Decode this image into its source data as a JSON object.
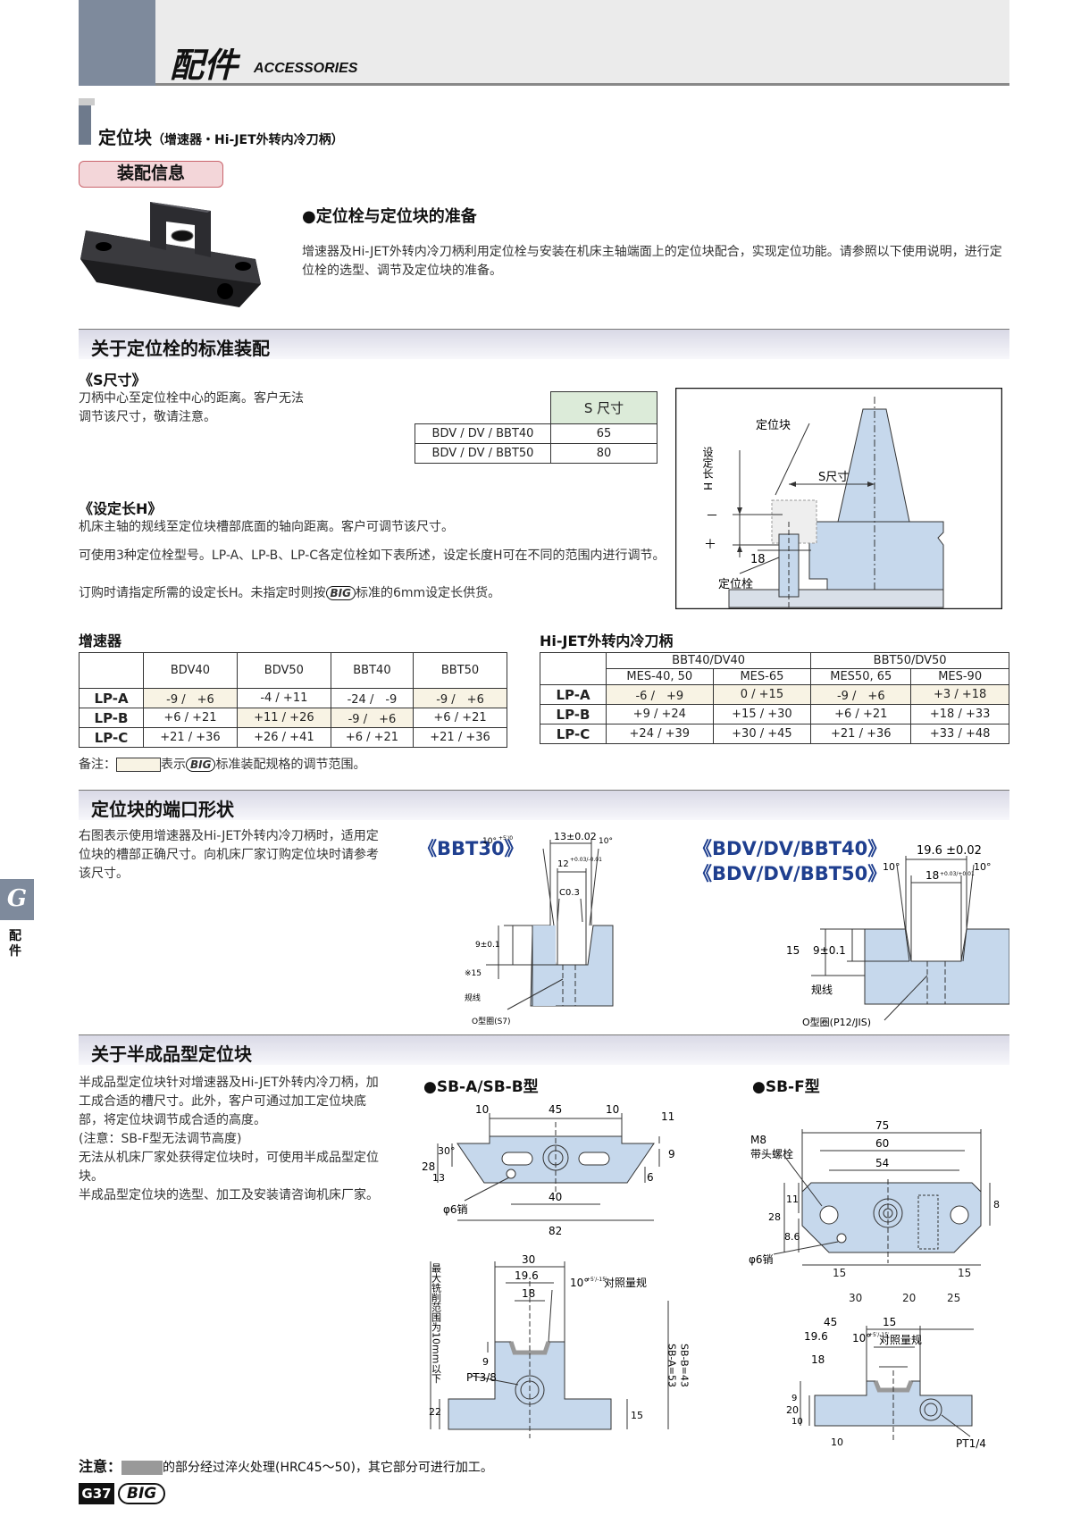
{
  "header": {
    "title": "配件",
    "subtitle": "ACCESSORIES"
  },
  "section": {
    "title": "定位块",
    "title_note": "（增速器・Hi-JET外转内冷刀柄）",
    "pill": "装配信息"
  },
  "intro": {
    "heading": "●定位栓与定位块的准备",
    "body": "增速器及Hi-JET外转内冷刀柄利用定位栓与安装在机床主轴端面上的定位块配合，实现定位功能。请参照以下使用说明，进行定位栓的选型、调节及定位块的准备。"
  },
  "std": {
    "band": "关于定位栓的标准装配",
    "s_head": "《S尺寸》",
    "s_text": "刀柄中心至定位栓中心的距离。客户无法调节该尺寸，敬请注意。",
    "s_table": {
      "header": "S 尺寸",
      "rows": [
        [
          "BDV / DV / BBT40",
          "65"
        ],
        [
          "BDV / DV / BBT50",
          "80"
        ]
      ]
    },
    "h_head": "《设定长H》",
    "h_text1": "机床主轴的规线至定位块槽部底面的轴向距离。客户可调节该尺寸。",
    "h_text2": "可使用3种定位栓型号。LP-A、LP-B、LP-C各定位栓如下表所述，设定长度H可在不同的范围内进行调节。",
    "h_text3a": "订购时请指定所需的设定长H。未指定时则按",
    "h_text3b": "标准的6mm设定长供货。",
    "fig": {
      "locator_block": "定位块",
      "set_length": "设定长 H",
      "s_dim": "S尺寸",
      "minus": "－",
      "plus": "＋",
      "dim18": "18",
      "locator_pin": "定位栓"
    }
  },
  "tables": {
    "speeder": {
      "title": "增速器",
      "cols": [
        "BDV40",
        "BDV50",
        "BBT40",
        "BBT50"
      ],
      "rows": [
        {
          "name": "LP-A",
          "vals": [
            "-9 /　+6",
            "-4 / +11",
            "-24 /　-9",
            "-9 /　+6"
          ]
        },
        {
          "name": "LP-B",
          "vals": [
            "+6 / +21",
            "+11 / +26",
            "-9 /　+6",
            "+6 / +21"
          ]
        },
        {
          "name": "LP-C",
          "vals": [
            "+21 / +36",
            "+26 / +41",
            "+6 / +21",
            "+21 / +36"
          ]
        }
      ]
    },
    "hijet": {
      "title": "Hi-JET外转内冷刀柄",
      "groups": [
        "BBT40/DV40",
        "BBT50/DV50"
      ],
      "cols": [
        "MES-40, 50",
        "MES-65",
        "MES50, 65",
        "MES-90"
      ],
      "rows": [
        {
          "name": "LP-A",
          "vals": [
            "-6 /　+9",
            "0 / +15",
            "-9 /　+6",
            "+3 / +18"
          ]
        },
        {
          "name": "LP-B",
          "vals": [
            "+9 / +24",
            "+15 / +30",
            "+6 / +21",
            "+18 / +33"
          ]
        },
        {
          "name": "LP-C",
          "vals": [
            "+24 / +39",
            "+30 / +45",
            "+21 / +36",
            "+33 / +48"
          ]
        }
      ]
    },
    "note_a": "备注：",
    "note_b": "表示",
    "note_c": "标准装配规格的调节范围。"
  },
  "port": {
    "band": "定位块的端口形状",
    "text": "右图表示使用增速器及Hi-JET外转内冷刀柄时，适用定位块的槽部正确尺寸。向机床厂家订购定位块时请参考该尺寸。",
    "bbt30": {
      "title": "《BBT30》",
      "ang_l": "10°",
      "ang_tol": "+5′/0",
      "top": "13±0.02",
      "mid": "12",
      "mid_tol": "+0.03/-0.01",
      "ang_r": "10°",
      "c": "C0.3",
      "depth": "9±0.1",
      "h": "※15",
      "gauge": "规线",
      "oring": "O型圈(S7)"
    },
    "bdv": {
      "title1": "《BDV/DV/BBT40》",
      "title2": "《BDV/DV/BBT50》",
      "top": "19.6 ±0.02",
      "ang_l": "10°",
      "ang_r": "10°",
      "mid": "18",
      "mid_tol": "+0.03/+0.01",
      "depth": "9±0.1",
      "h": "15",
      "gauge": "规线",
      "oring": "O型圈(P12/JIS)"
    }
  },
  "semi": {
    "band": "关于半成品型定位块",
    "text": "半成品型定位块针对增速器及Hi-JET外转内冷刀柄，加工成合适的槽尺寸。此外，客户可通过加工定位块底部，将定位块调节成合适的高度。\n(注意：SB-F型无法调节高度)\n无法从机床厂家处获得定位块时，可使用半成品型定位块。\n半成品型定位块的选型、加工及安装请咨询机床厂家。",
    "sbab": {
      "title": "●SB-A/SB-B型",
      "d10a": "10",
      "d45": "45",
      "d10b": "10",
      "d11": "11",
      "d28": "28",
      "d13": "13",
      "d30deg": "30°",
      "d9": "9",
      "d6": "6",
      "pin": "φ6销",
      "d40": "40",
      "d82": "82",
      "f30": "30",
      "f196": "19.6",
      "f18": "18",
      "fang": "10°",
      "fang_tol": "+5′/-15′",
      "fgauge": "对照量规",
      "fmax": "最大铣削范围为10mm以下",
      "f9": "9",
      "fpt": "PT3/8",
      "f22": "22",
      "f15": "15",
      "fsba": "SB-A=53",
      "fsbb": "SB-B=43"
    },
    "sbf": {
      "title": "●SB-F型",
      "d75": "75",
      "d60": "60",
      "d54": "54",
      "m8a": "M8",
      "m8b": "带头螺栓",
      "d11": "11",
      "d28": "28",
      "d86": "8.6",
      "d8": "8",
      "pin": "φ6销",
      "d15a": "15",
      "d15b": "15",
      "d30": "30",
      "d20": "20",
      "d25": "25",
      "f45": "45",
      "f15": "15",
      "f196": "19.6",
      "fang": "10°",
      "fang_tol": "+5′/-15′",
      "fgauge": "对照量规",
      "f18": "18",
      "f20": "20",
      "f9": "9",
      "f10": "10",
      "f10b": "10",
      "fpt": "PT1/4"
    }
  },
  "footer": {
    "note_a": "注意：",
    "note_b": "的部分经过淬火处理(HRC45～50)，其它部分可进行加工。",
    "page": "G37"
  },
  "side": {
    "letter": "G",
    "text": "配件"
  },
  "brand": "BIG",
  "colors": {
    "part": "#c6d8ec",
    "accent": "#7e8a9c",
    "pill": "#f3d6d9"
  }
}
